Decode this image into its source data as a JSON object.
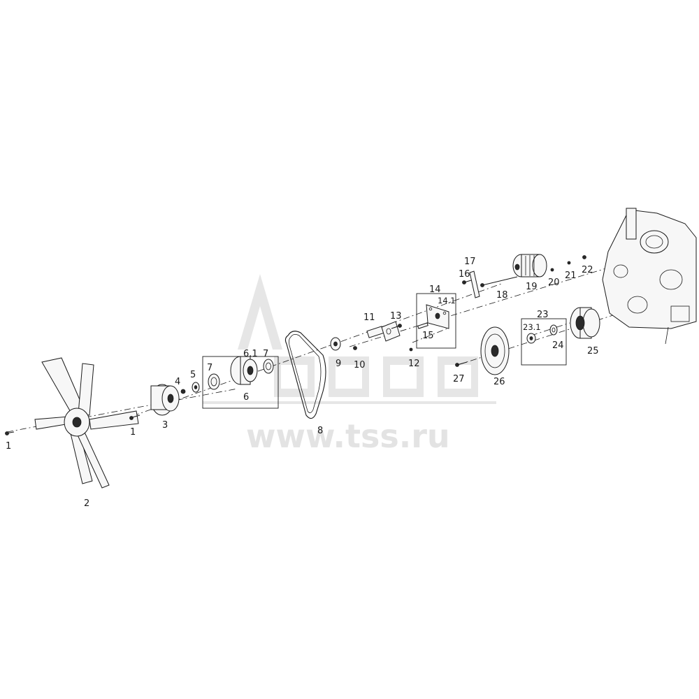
{
  "diagram": {
    "watermark": {
      "url": "www.tss.ru"
    },
    "labels": {
      "fan_bolt": "1",
      "fan": "2",
      "fan_hub": "3",
      "hub_bolt": "1",
      "washer_4": "4",
      "washer_5": "5",
      "idler_assembly": "6",
      "idler_pulley": "6.1",
      "bearing_left": "7",
      "bearing_right": "7",
      "belt": "8",
      "nut": "9",
      "screw_10": "10",
      "tensioner_shaft": "11",
      "pin_12": "12",
      "bolt_13": "13",
      "bracket_assembly": "14",
      "bracket_plate": "14.1",
      "stud_15": "15",
      "bolt_16": "16",
      "strap": "17",
      "long_bolt": "18",
      "alternator": "19",
      "washer_20": "20",
      "washer_21": "21",
      "nut_22": "22",
      "damper_assembly": "23",
      "damper_bolt": "23.1",
      "washer_24": "24",
      "crank_pulley": "25",
      "pulley": "26",
      "bolt_27": "27"
    }
  }
}
